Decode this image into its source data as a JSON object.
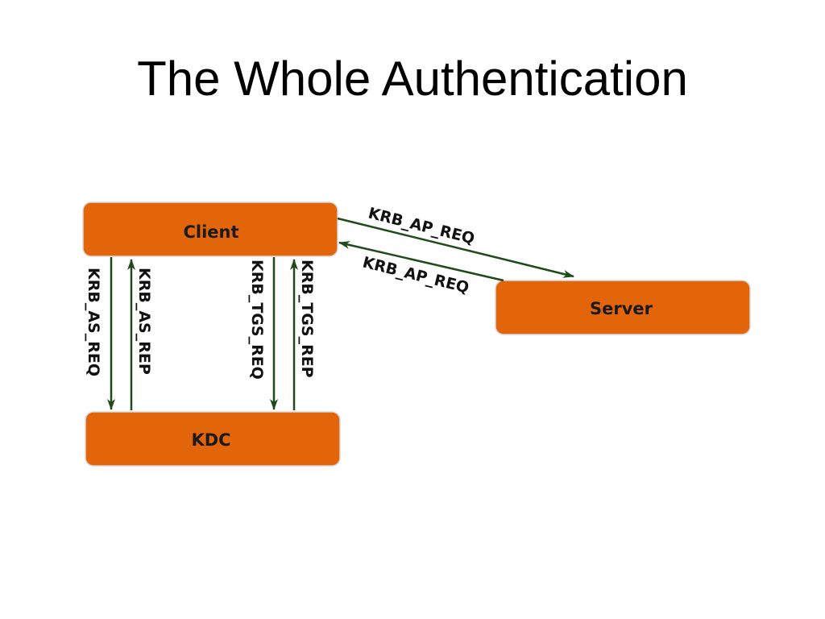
{
  "title": "The Whole Authentication",
  "colors": {
    "node_fill": "#e3650a",
    "node_border": "#d9d9d9",
    "arrow": "#1f4a1a"
  },
  "nodes": {
    "client": "Client",
    "server": "Server",
    "kdc": "KDC"
  },
  "edges": {
    "ap_req_to_server": "KRB_AP_REQ",
    "ap_req_from_server": "KRB_AP_REQ",
    "as_req": "KRB_AS_REQ",
    "as_rep": "KRB_AS_REP",
    "tgs_req": "KRB_TGS_REQ",
    "tgs_rep": "KRB_TGS_REP"
  }
}
